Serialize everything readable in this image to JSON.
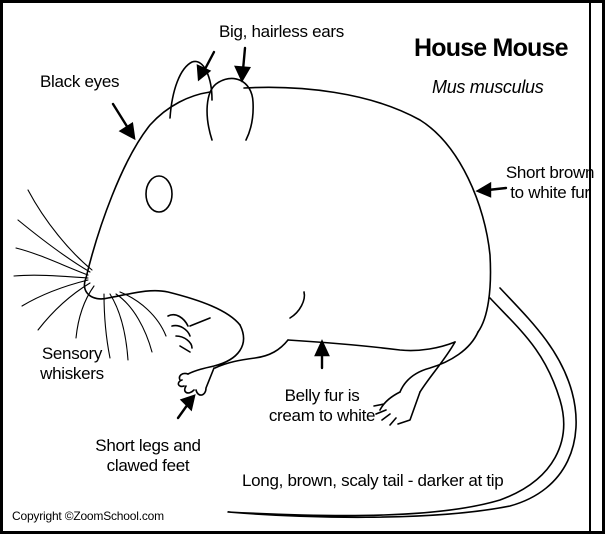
{
  "title": "House Mouse",
  "scientific_name": "Mus musculus",
  "labels": {
    "ears": "Big, hairless ears",
    "eyes": "Black eyes",
    "fur": [
      "Short brown",
      "to white fur"
    ],
    "whiskers": [
      "Sensory",
      "whiskers"
    ],
    "belly": [
      "Belly fur is",
      "cream to white"
    ],
    "legs": [
      "Short legs and",
      "clawed feet"
    ],
    "tail": "Long, brown, scaly tail - darker at tip"
  },
  "copyright": "Copyright ©ZoomSchool.com"
}
